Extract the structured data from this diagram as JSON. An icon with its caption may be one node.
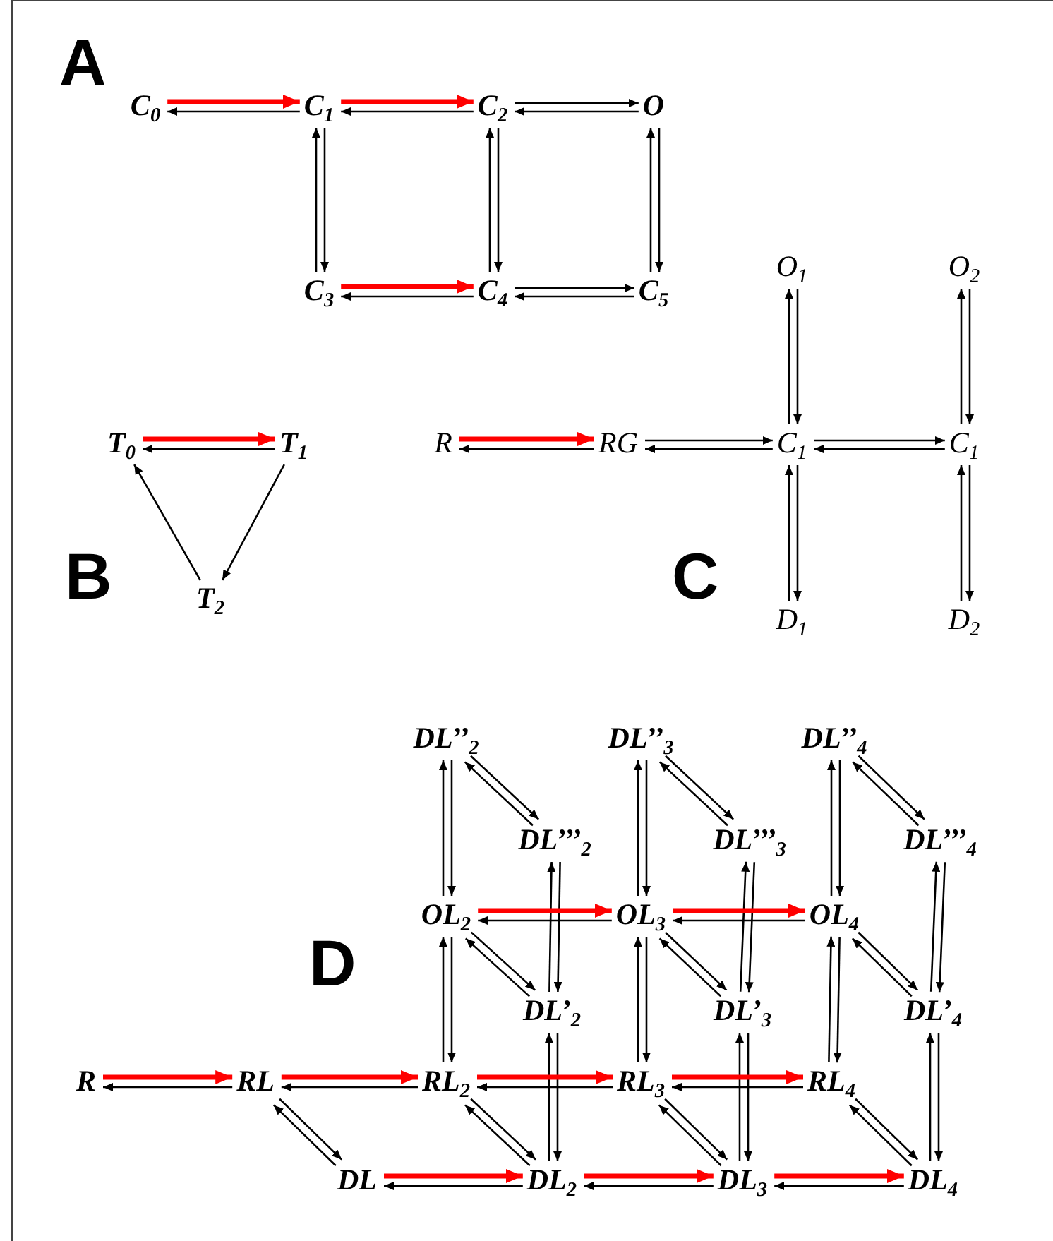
{
  "diagram": {
    "nodes": [
      {
        "text": [
          "C$_{0}$"
        ]
      },
      {
        "text": [
          "C$_{1}$"
        ]
      },
      {
        "text": [
          "C$_{2}$"
        ]
      },
      {
        "text": [
          "O"
        ]
      },
      {
        "text": [
          "C$_{3}$"
        ]
      },
      {
        "text": [
          "C$_{4}$"
        ]
      },
      {
        "text": [
          "C$_{5}$"
        ]
      },
      {
        "text": [
          "T$_{0}$"
        ]
      },
      {
        "text": [
          "T$_{1}$"
        ]
      },
      {
        "text": [
          "T$_{2}$"
        ]
      },
      {
        "text": [
          "O$_{1}$"
        ]
      },
      {
        "text": [
          "O$_{2}$"
        ]
      },
      {
        "text": [
          "R"
        ]
      },
      {
        "text": [
          "RG"
        ]
      },
      {
        "text": [
          "C$_{1}$"
        ]
      },
      {
        "text": [
          "C$_{1}$"
        ]
      },
      {
        "text": [
          "D$_{1}$"
        ]
      },
      {
        "text": [
          "D$_{2}$"
        ]
      },
      {
        "text": [
          "DL’’$_{2}$"
        ]
      },
      {
        "text": [
          "DL’’$_{3}$"
        ]
      },
      {
        "text": [
          "DL’’$_{4}$"
        ]
      },
      {
        "text": [
          "DL’’’$_{2}$"
        ]
      },
      {
        "text": [
          "DL’’’$_{3}$"
        ]
      },
      {
        "text": [
          "DL’’’$_{4}$"
        ]
      },
      {
        "text": [
          "OL$_{2}$"
        ]
      },
      {
        "text": [
          "OL$_{3}$"
        ]
      },
      {
        "text": [
          "OL$_{4}$"
        ]
      },
      {
        "text": [
          "DL’$_{2}$"
        ]
      },
      {
        "text": [
          "DL’$_{3}$"
        ]
      },
      {
        "text": [
          "DL’$_{4}$"
        ]
      },
      {
        "text": [
          "R"
        ]
      },
      {
        "text": [
          "RL"
        ]
      },
      {
        "text": [
          "RL$_{2}$"
        ]
      },
      {
        "text": [
          "RL$_{3}$"
        ]
      },
      {
        "text": [
          "RL$_{4}$"
        ]
      },
      {
        "text": [
          "DL"
        ]
      },
      {
        "text": [
          "DL$_{2}$"
        ]
      },
      {
        "text": [
          "DL$_{3}$"
        ]
      },
      {
        "text": [
          "DL$_{4}$"
        ]
      }
    ],
    "edges": [
      {
        "from": 0,
        "to": 1,
        "arrow": "to",
        "style": "thick",
        "color": "#ff0000"
      },
      {
        "from": 1,
        "to": 0,
        "arrow": "to"
      },
      {
        "from": 1,
        "to": 2,
        "arrow": "to",
        "style": "thick",
        "color": "#ff0000"
      },
      {
        "from": 2,
        "to": 1,
        "arrow": "to"
      },
      {
        "from": 2,
        "to": 3,
        "arrow": "to"
      },
      {
        "from": 3,
        "to": 2,
        "arrow": "to"
      },
      {
        "from": 4,
        "to": 1,
        "arrow": "to"
      },
      {
        "from": 1,
        "to": 4,
        "arrow": "to"
      },
      {
        "from": 5,
        "to": 2,
        "arrow": "to"
      },
      {
        "from": 2,
        "to": 5,
        "arrow": "to"
      },
      {
        "from": 6,
        "to": 3,
        "arrow": "to"
      },
      {
        "from": 3,
        "to": 6,
        "arrow": "to"
      },
      {
        "from": 4,
        "to": 5,
        "arrow": "to",
        "style": "thick",
        "color": "#ff0000"
      },
      {
        "from": 5,
        "to": 4,
        "arrow": "to"
      },
      {
        "from": 5,
        "to": 6,
        "arrow": "to"
      },
      {
        "from": 6,
        "to": 5,
        "arrow": "to"
      },
      {
        "from": 7,
        "to": 8,
        "arrow": "to",
        "style": "thick",
        "color": "#ff0000"
      },
      {
        "from": 8,
        "to": 7,
        "arrow": "to"
      },
      {
        "from": 8,
        "to": 9,
        "arrow": "to"
      },
      {
        "from": 9,
        "to": 7,
        "arrow": "to"
      },
      {
        "from": 12,
        "to": 13,
        "arrow": "to",
        "style": "thick",
        "color": "#ff0000"
      },
      {
        "from": 13,
        "to": 12,
        "arrow": "to"
      },
      {
        "from": 13,
        "to": 14,
        "arrow": "to"
      },
      {
        "from": 14,
        "to": 13,
        "arrow": "to"
      },
      {
        "from": 14,
        "to": 15,
        "arrow": "to"
      },
      {
        "from": 15,
        "to": 14,
        "arrow": "to"
      },
      {
        "from": 14,
        "to": 10,
        "arrow": "to"
      },
      {
        "from": 10,
        "to": 14,
        "arrow": "to"
      },
      {
        "from": 16,
        "to": 14,
        "arrow": "to"
      },
      {
        "from": 14,
        "to": 16,
        "arrow": "to"
      },
      {
        "from": 15,
        "to": 11,
        "arrow": "to"
      },
      {
        "from": 11,
        "to": 15,
        "arrow": "to"
      },
      {
        "from": 17,
        "to": 15,
        "arrow": "to"
      },
      {
        "from": 15,
        "to": 17,
        "arrow": "to"
      },
      {
        "from": 32,
        "to": 24,
        "arrow": "to"
      },
      {
        "from": 24,
        "to": 32,
        "arrow": "to"
      },
      {
        "from": 24,
        "to": 18,
        "arrow": "to"
      },
      {
        "from": 18,
        "to": 24,
        "arrow": "to"
      },
      {
        "from": 33,
        "to": 25,
        "arrow": "to"
      },
      {
        "from": 25,
        "to": 33,
        "arrow": "to"
      },
      {
        "from": 25,
        "to": 19,
        "arrow": "to"
      },
      {
        "from": 19,
        "to": 25,
        "arrow": "to"
      },
      {
        "from": 34,
        "to": 26,
        "arrow": "to"
      },
      {
        "from": 26,
        "to": 34,
        "arrow": "to"
      },
      {
        "from": 26,
        "to": 20,
        "arrow": "to"
      },
      {
        "from": 20,
        "to": 26,
        "arrow": "to"
      },
      {
        "from": 18,
        "to": 21,
        "arrow": "to"
      },
      {
        "from": 21,
        "to": 18,
        "arrow": "to"
      },
      {
        "from": 19,
        "to": 22,
        "arrow": "to"
      },
      {
        "from": 22,
        "to": 19,
        "arrow": "to"
      },
      {
        "from": 20,
        "to": 23,
        "arrow": "to"
      },
      {
        "from": 23,
        "to": 20,
        "arrow": "to"
      },
      {
        "from": 24,
        "to": 27,
        "arrow": "to"
      },
      {
        "from": 27,
        "to": 24,
        "arrow": "to"
      },
      {
        "from": 25,
        "to": 28,
        "arrow": "to"
      },
      {
        "from": 28,
        "to": 25,
        "arrow": "to"
      },
      {
        "from": 26,
        "to": 29,
        "arrow": "to"
      },
      {
        "from": 29,
        "to": 26,
        "arrow": "to"
      },
      {
        "from": 27,
        "to": 21,
        "arrow": "to"
      },
      {
        "from": 21,
        "to": 27,
        "arrow": "to"
      },
      {
        "from": 28,
        "to": 22,
        "arrow": "to"
      },
      {
        "from": 22,
        "to": 28,
        "arrow": "to"
      },
      {
        "from": 29,
        "to": 23,
        "arrow": "to"
      },
      {
        "from": 23,
        "to": 29,
        "arrow": "to"
      },
      {
        "from": 36,
        "to": 27,
        "arrow": "to"
      },
      {
        "from": 27,
        "to": 36,
        "arrow": "to"
      },
      {
        "from": 37,
        "to": 28,
        "arrow": "to"
      },
      {
        "from": 28,
        "to": 37,
        "arrow": "to"
      },
      {
        "from": 38,
        "to": 29,
        "arrow": "to"
      },
      {
        "from": 29,
        "to": 38,
        "arrow": "to"
      },
      {
        "from": 24,
        "to": 25,
        "arrow": "to",
        "style": "thick",
        "color": "#ff0000"
      },
      {
        "from": 25,
        "to": 24,
        "arrow": "to"
      },
      {
        "from": 25,
        "to": 26,
        "arrow": "to",
        "style": "thick",
        "color": "#ff0000"
      },
      {
        "from": 26,
        "to": 25,
        "arrow": "to"
      },
      {
        "from": 30,
        "to": 31,
        "arrow": "to",
        "style": "thick",
        "color": "#ff0000"
      },
      {
        "from": 31,
        "to": 30,
        "arrow": "to"
      },
      {
        "from": 31,
        "to": 32,
        "arrow": "to",
        "style": "thick",
        "color": "#ff0000"
      },
      {
        "from": 32,
        "to": 31,
        "arrow": "to"
      },
      {
        "from": 32,
        "to": 33,
        "arrow": "to",
        "style": "thick",
        "color": "#ff0000"
      },
      {
        "from": 33,
        "to": 32,
        "arrow": "to"
      },
      {
        "from": 33,
        "to": 34,
        "arrow": "to",
        "style": "thick",
        "color": "#ff0000"
      },
      {
        "from": 34,
        "to": 33,
        "arrow": "to"
      },
      {
        "from": 31,
        "to": 35,
        "arrow": "to"
      },
      {
        "from": 35,
        "to": 31,
        "arrow": "to"
      },
      {
        "from": 32,
        "to": 36,
        "arrow": "to"
      },
      {
        "from": 36,
        "to": 32,
        "arrow": "to"
      },
      {
        "from": 33,
        "to": 37,
        "arrow": "to"
      },
      {
        "from": 37,
        "to": 33,
        "arrow": "to"
      },
      {
        "from": 34,
        "to": 38,
        "arrow": "to"
      },
      {
        "from": 38,
        "to": 34,
        "arrow": "to"
      },
      {
        "from": 35,
        "to": 36,
        "arrow": "to",
        "style": "thick",
        "color": "#ff0000"
      },
      {
        "from": 36,
        "to": 35,
        "arrow": "to"
      },
      {
        "from": 36,
        "to": 37,
        "arrow": "to",
        "style": "thick",
        "color": "#ff0000"
      },
      {
        "from": 37,
        "to": 36,
        "arrow": "to"
      },
      {
        "from": 37,
        "to": 38,
        "arrow": "to",
        "style": "thick",
        "color": "#ff0000"
      },
      {
        "from": 38,
        "to": 37,
        "arrow": "to"
      }
    ],
    "labels": [
      "A",
      "B",
      "C",
      "D"
    ]
  }
}
